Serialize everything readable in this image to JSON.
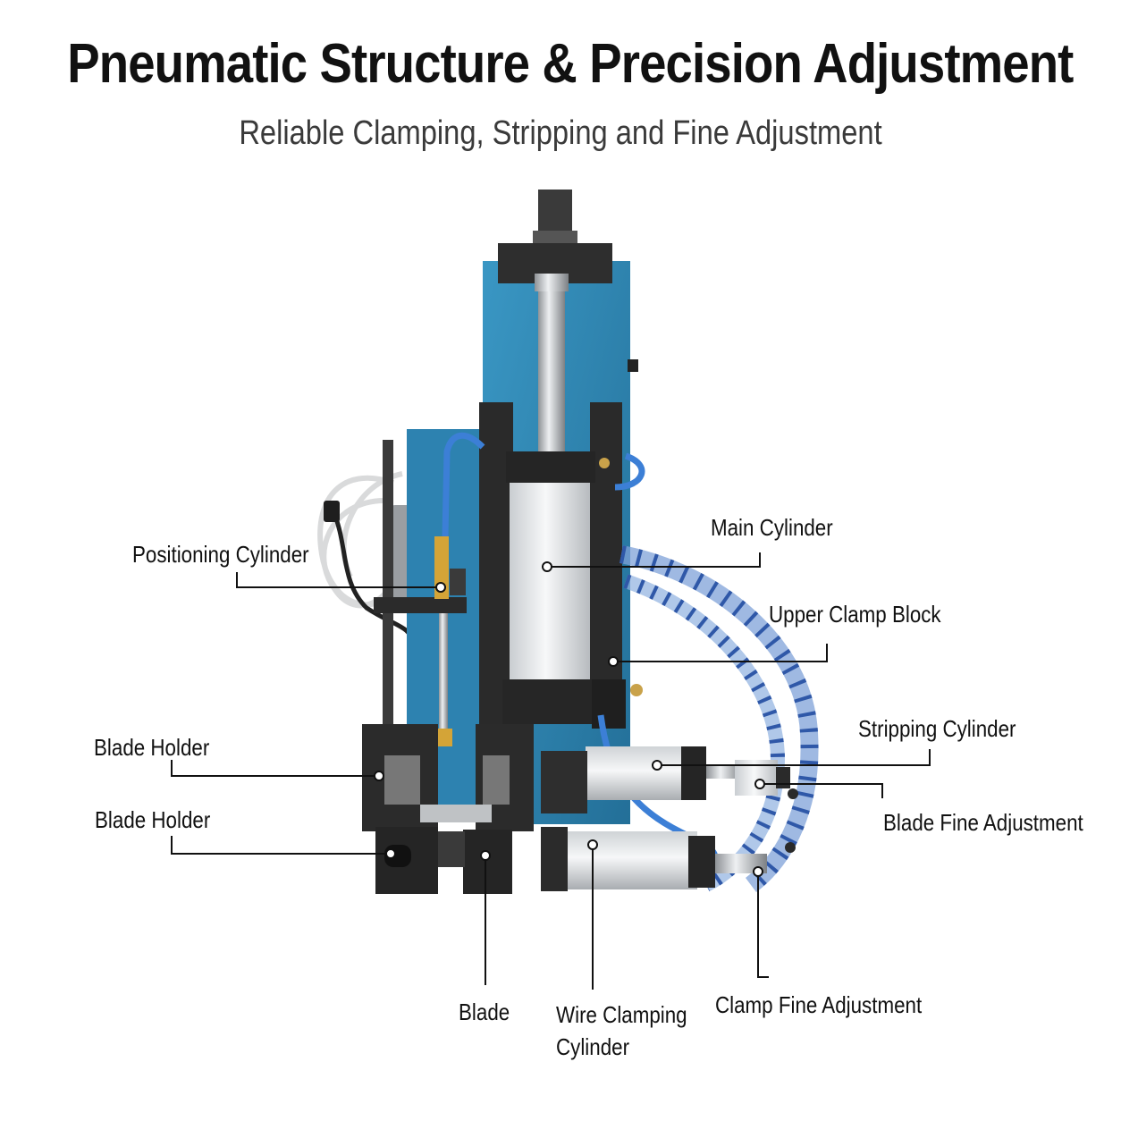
{
  "header": {
    "title": "Pneumatic Structure & Precision Adjustment",
    "subtitle": "Reliable Clamping, Stripping and Fine Adjustment"
  },
  "labels": {
    "positioning_cylinder": "Positioning Cylinder",
    "main_cylinder": "Main Cylinder",
    "upper_clamp_block": "Upper Clamp Block",
    "stripping_cylinder": "Stripping Cylinder",
    "blade_fine_adjustment": "Blade Fine Adjustment",
    "blade_holder_1": "Blade Holder",
    "blade_holder_2": "Blade Holder",
    "blade": "Blade",
    "wire_clamping_cylinder_line1": "Wire Clamping",
    "wire_clamping_cylinder_line2": "Cylinder",
    "clamp_fine_adjustment": "Clamp Fine Adjustment"
  },
  "colors": {
    "plate_blue": "#2f86b4",
    "steel_dark": "#2a2a2a",
    "cylinder_silver": "#e6e8ea",
    "hose_blue": "#6a8fd0",
    "brass": "#d4a437"
  }
}
